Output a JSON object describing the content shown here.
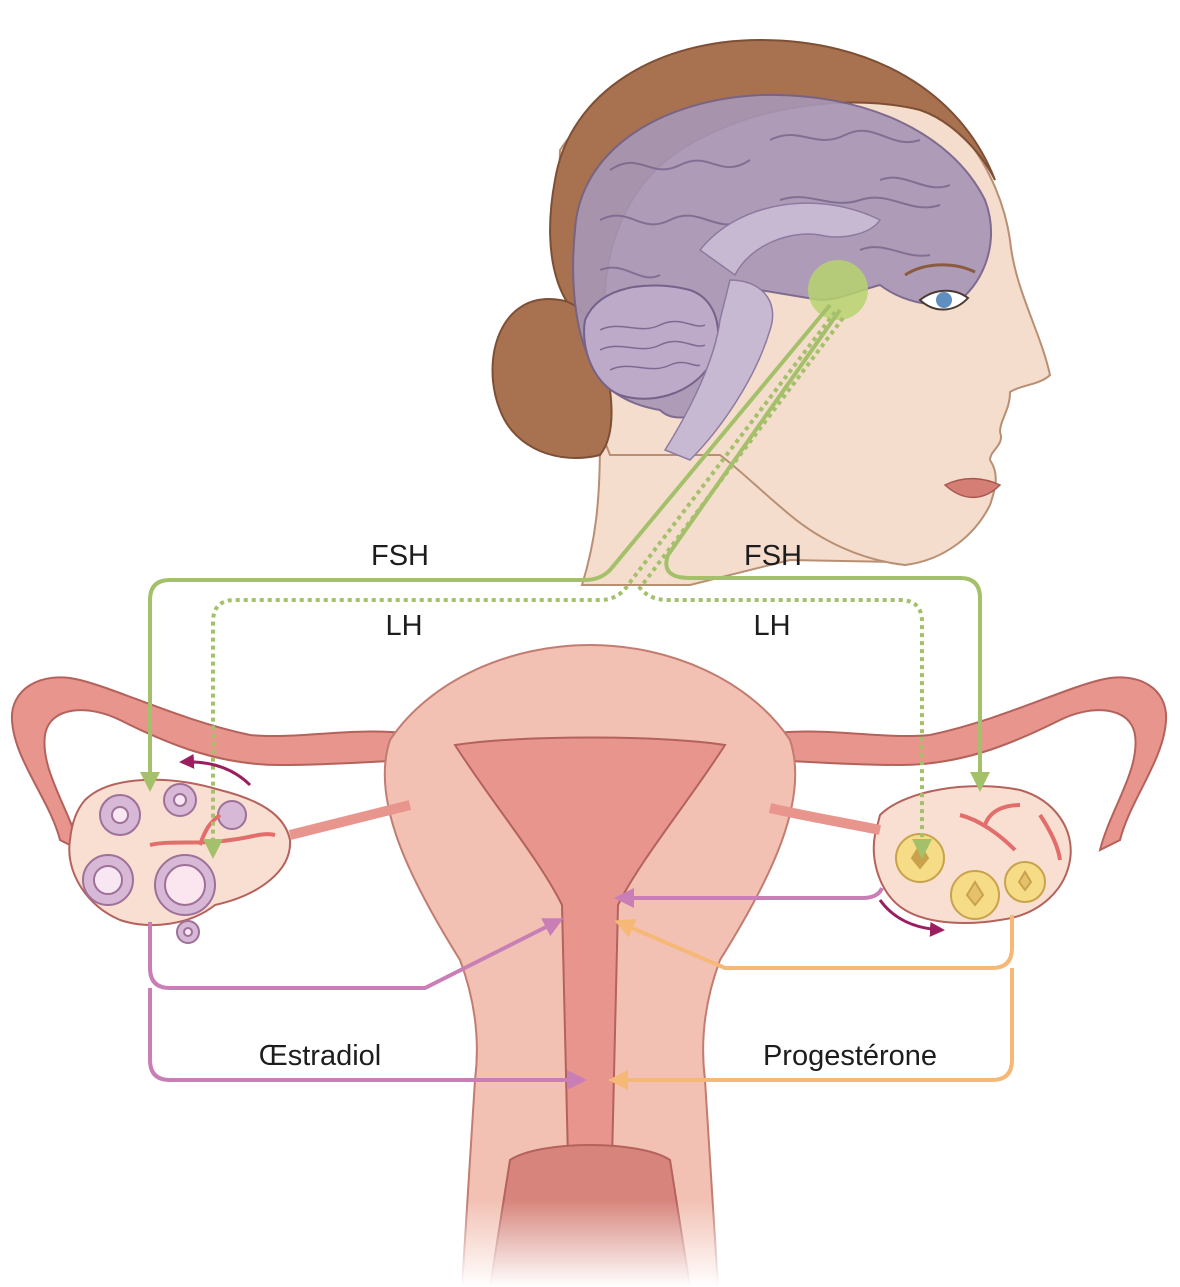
{
  "labels": {
    "fsh_left": "FSH",
    "fsh_right": "FSH",
    "lh_left": "LH",
    "lh_right": "LH",
    "estradiol": "Œstradiol",
    "progesterone": "Progestérone"
  },
  "colors": {
    "fsh": "#a4c06a",
    "lh": "#a4c06a",
    "estradiol": "#c97fb6",
    "progesterone": "#f5b877",
    "brain": "#a996b6",
    "hair": "#a8714f",
    "skin": "#f4ddcc",
    "uterus": "#e8958e",
    "ovary": "#f8dfd2",
    "corpus_luteum": "#f6dc86",
    "pituitary": "#b6d36e"
  },
  "icons": {
    "brain": "brain-icon",
    "head": "female-head-icon",
    "uterus": "uterus-icon",
    "left_ovary": "ovary-icon",
    "right_ovary": "ovary-icon"
  }
}
